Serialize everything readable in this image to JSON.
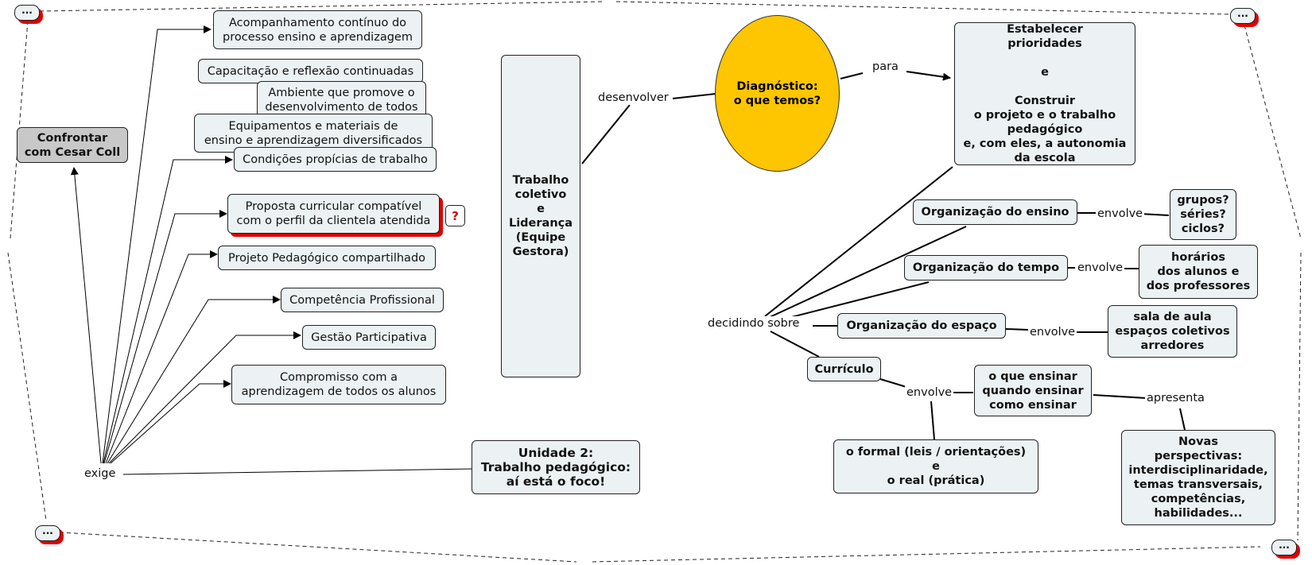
{
  "map_title": "Unidade 2: Trabalho pedagógico: aí está o foco!",
  "colors": {
    "node_fill": "#ecf2f4",
    "ellipse_fill": "#fec600",
    "gray_node": "#c8c8c8",
    "shadow": "#e00000",
    "help_mark": "#d00000"
  },
  "expand_buttons": {
    "label": "...",
    "icon": "ellipsis-icon"
  },
  "help_button": {
    "label": "?",
    "icon": "question-mark-icon"
  },
  "nodes": {
    "cesar_coll": "Confrontar\ncom Cesar Coll",
    "acompanhamento": "Acompanhamento contínuo do\nprocesso ensino e aprendizagem",
    "capacitacao": "Capacitação e reflexão continuadas",
    "ambiente": "Ambiente que promove o\ndesenvolvimento de todos",
    "equipamentos": "Equipamentos e materiais de\nensino e aprendizagem diversificados",
    "condicoes": "Condições propícias de trabalho",
    "proposta": "Proposta curricular compatível\ncom o perfil da clientela atendida",
    "projeto": "Projeto Pedagógico compartilhado",
    "competencia": "Competência Profissional",
    "gestao": "Gestão Participativa",
    "compromisso": "Compromisso com a\naprendizagem de todos os alunos",
    "unidade2": "Unidade 2:\nTrabalho pedagógico:\naí está o foco!",
    "trabalho_coletivo": "Trabalho\ncoletivo\ne\nLiderança\n(Equipe\nGestora)",
    "diagnostico": "Diagnóstico:\no que temos?",
    "estabelecer": "Estabelecer\nprioridades\n\ne\n\nConstruir\no projeto e o trabalho\npedagógico\ne, com eles, a autonomia\nda escola",
    "org_ensino": "Organização do ensino",
    "grupos": "grupos?\nséries?\nciclos?",
    "org_tempo": "Organização do tempo",
    "horarios": "horários\ndos alunos e\ndos professores",
    "org_espaco": "Organização do espaço",
    "sala": "sala de aula\nespaços coletivos\narredores",
    "curriculo": "Currículo",
    "oque_ensinar": "o que ensinar\nquando ensinar\ncomo ensinar",
    "formal_real": "o formal (leis / orientações)\ne\no real (prática)",
    "novas": "Novas\nperspectivas:\ninterdisciplinaridade,\ntemas transversais,\ncompetências,\nhabilidades..."
  },
  "links": {
    "exige": "exige",
    "desenvolver": "desenvolver",
    "para": "para",
    "decidindo": "decidindo sobre",
    "envolve_ensino": "envolve",
    "envolve_tempo": "envolve",
    "envolve_espaco": "envolve",
    "envolve_curriculo": "envolve",
    "apresenta": "apresenta"
  },
  "edge_markers": {
    "top": "...",
    "bottom": "...",
    "left": ". .",
    "right": ". ."
  }
}
